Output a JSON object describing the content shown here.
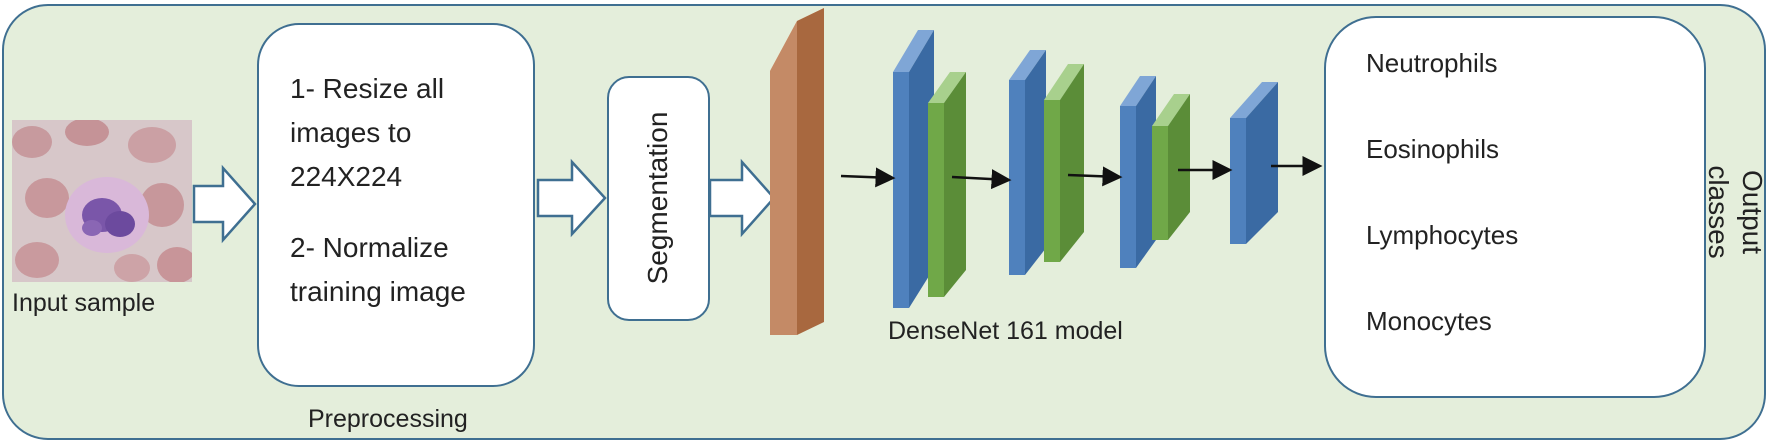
{
  "input": {
    "caption": "Input sample"
  },
  "preprocessing": {
    "steps": [
      "1- Resize all",
      "images to",
      "224X224",
      "2- Normalize",
      "training image"
    ],
    "label": "Preprocessing"
  },
  "segmentation": {
    "label": "Segmentation"
  },
  "model": {
    "label": "DenseNet 161 model"
  },
  "output": {
    "classes": [
      "Neutrophils",
      "Eosinophils",
      "Lymphocytes",
      "Monocytes"
    ],
    "side_label_line1": "Output",
    "side_label_line2": "classes"
  },
  "colors": {
    "panel": "#e4eedb",
    "border": "#3f6f91",
    "input_layer": "#c48a66",
    "blue_block": "#4f81bd",
    "green_block": "#70a848"
  }
}
